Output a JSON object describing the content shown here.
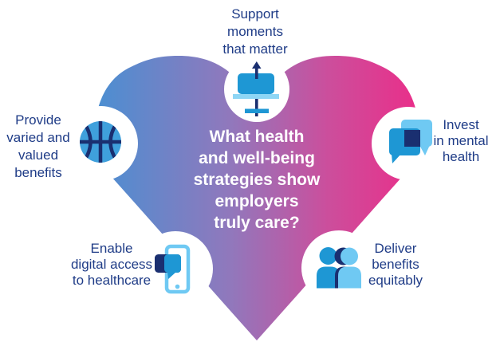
{
  "title": {
    "lines": [
      "What health",
      "and well-being",
      "strategies show",
      "employers",
      "truly care?"
    ]
  },
  "labels": {
    "support": {
      "lines": [
        "Support",
        "moments",
        "that matter"
      ]
    },
    "varied": {
      "lines": [
        "Provide",
        "varied and",
        "valued",
        "benefits"
      ]
    },
    "mental": {
      "lines": [
        "Invest",
        "in mental",
        "health"
      ]
    },
    "digital": {
      "lines": [
        "Enable",
        "digital access",
        "to healthcare"
      ]
    },
    "equitable": {
      "lines": [
        "Deliver",
        "benefits",
        "equitably"
      ]
    }
  },
  "icons": {
    "support": "flipchart-arrow-icon",
    "varied": "basketball-icon",
    "mental": "chat-bubbles-icon",
    "digital": "smartphone-chat-icon",
    "equitable": "two-people-icon"
  },
  "colors": {
    "gradient_blue": "#4A8FD2",
    "gradient_purple": "#9178BC",
    "gradient_pink_mid": "#CC4E9C",
    "gradient_pink": "#EA2E89",
    "text_navy": "#1F3C87",
    "title_white": "#FFFFFF",
    "medium_blue": "#1E97D4",
    "light_blue": "#6FC9F3",
    "pale_blue": "#8ED6F5",
    "ball_blue": "#3FA0DC",
    "dark_navy": "#1A2F70"
  }
}
